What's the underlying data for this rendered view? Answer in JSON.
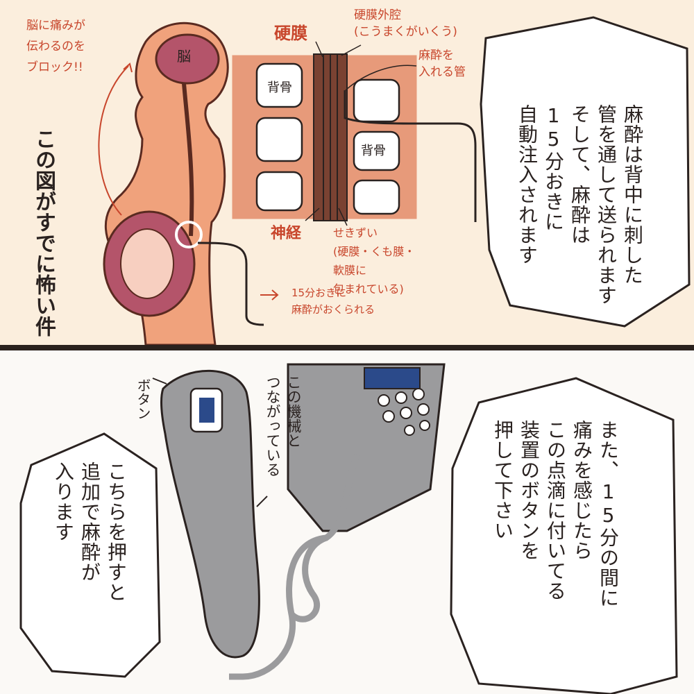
{
  "colors": {
    "panel_top_bg": "#fbeedd",
    "panel_bottom_bg": "#fbf9f6",
    "ink": "#2a2220",
    "annotation": "#c8462c",
    "skin": "#f0a27c",
    "spine_block": "#e79a7a",
    "device_gray": "#9b9b9d",
    "screen_blue": "#2b4a8a"
  },
  "top_panel": {
    "bubble_text": "麻酔は背中に刺した\n管を通して送られます\nそして、麻酔は\n15分おきに\n自動注入されます",
    "side_text": "この図がすでに怖い件…",
    "labels": {
      "brain": "脳",
      "brain_note": "脳に痛みが\n伝わるのを\nブロック!!",
      "dura": "硬膜",
      "epidural_space": "硬膜外腔\n(こうまくがいくう)",
      "catheter": "麻酔を\n入れる管",
      "bone_1": "背骨",
      "bone_2": "背骨",
      "nerve": "神経",
      "spinal_cord": "せきずい\n(硬膜・くも膜・\n軟膜に\n包まれている)",
      "interval_note": "15分おきに\n麻酔がおくられる"
    },
    "icons": [
      "brain-icon",
      "fetus-icon",
      "spine-icon",
      "arrow-icon"
    ]
  },
  "bottom_panel": {
    "bubble_left_text": "こちらを押すと\n追加で麻酔が\n入ります",
    "bubble_right_text": "また、15分の間に\n痛みを感じたら\nこの点滴に付いてる\n装置のボタンを\n押して下さい",
    "labels": {
      "button": "ボタン",
      "connected": "この機械と\nつながっている"
    },
    "icons": [
      "handheld-button-icon",
      "pump-device-icon",
      "cable-icon"
    ]
  }
}
